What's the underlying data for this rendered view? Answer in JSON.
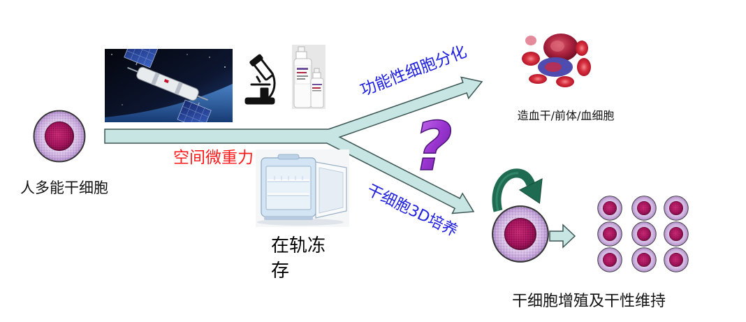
{
  "diagram": {
    "source_cell_label": "人多能干细胞",
    "condition_label": "空间微重力",
    "storage_label": "在轨冻存",
    "upper_path_label": "功能性细胞分化",
    "lower_path_label": "干细胞3D培养",
    "question_mark": "?",
    "blood_cells_label": "造血干/前体/血细胞",
    "proliferation_label": "干细胞增殖及干性维持"
  },
  "icons": {
    "microscope": "microscope-icon",
    "cycle_arrow": "curved-cycle-arrow-icon",
    "flow_arrow": "forked-arrow-icon"
  },
  "colors": {
    "arrow_fill": "#c7e5e3",
    "arrow_stroke": "#3b5553",
    "condition_text": "#ff1a1a",
    "path_label_text": "#1f1fe0",
    "question_mark": "#8e2fc6",
    "cell_membrane": "#c4a6d8",
    "cell_nucleus": "#9c0f57",
    "cycle_arrow": "#1f6b52"
  }
}
